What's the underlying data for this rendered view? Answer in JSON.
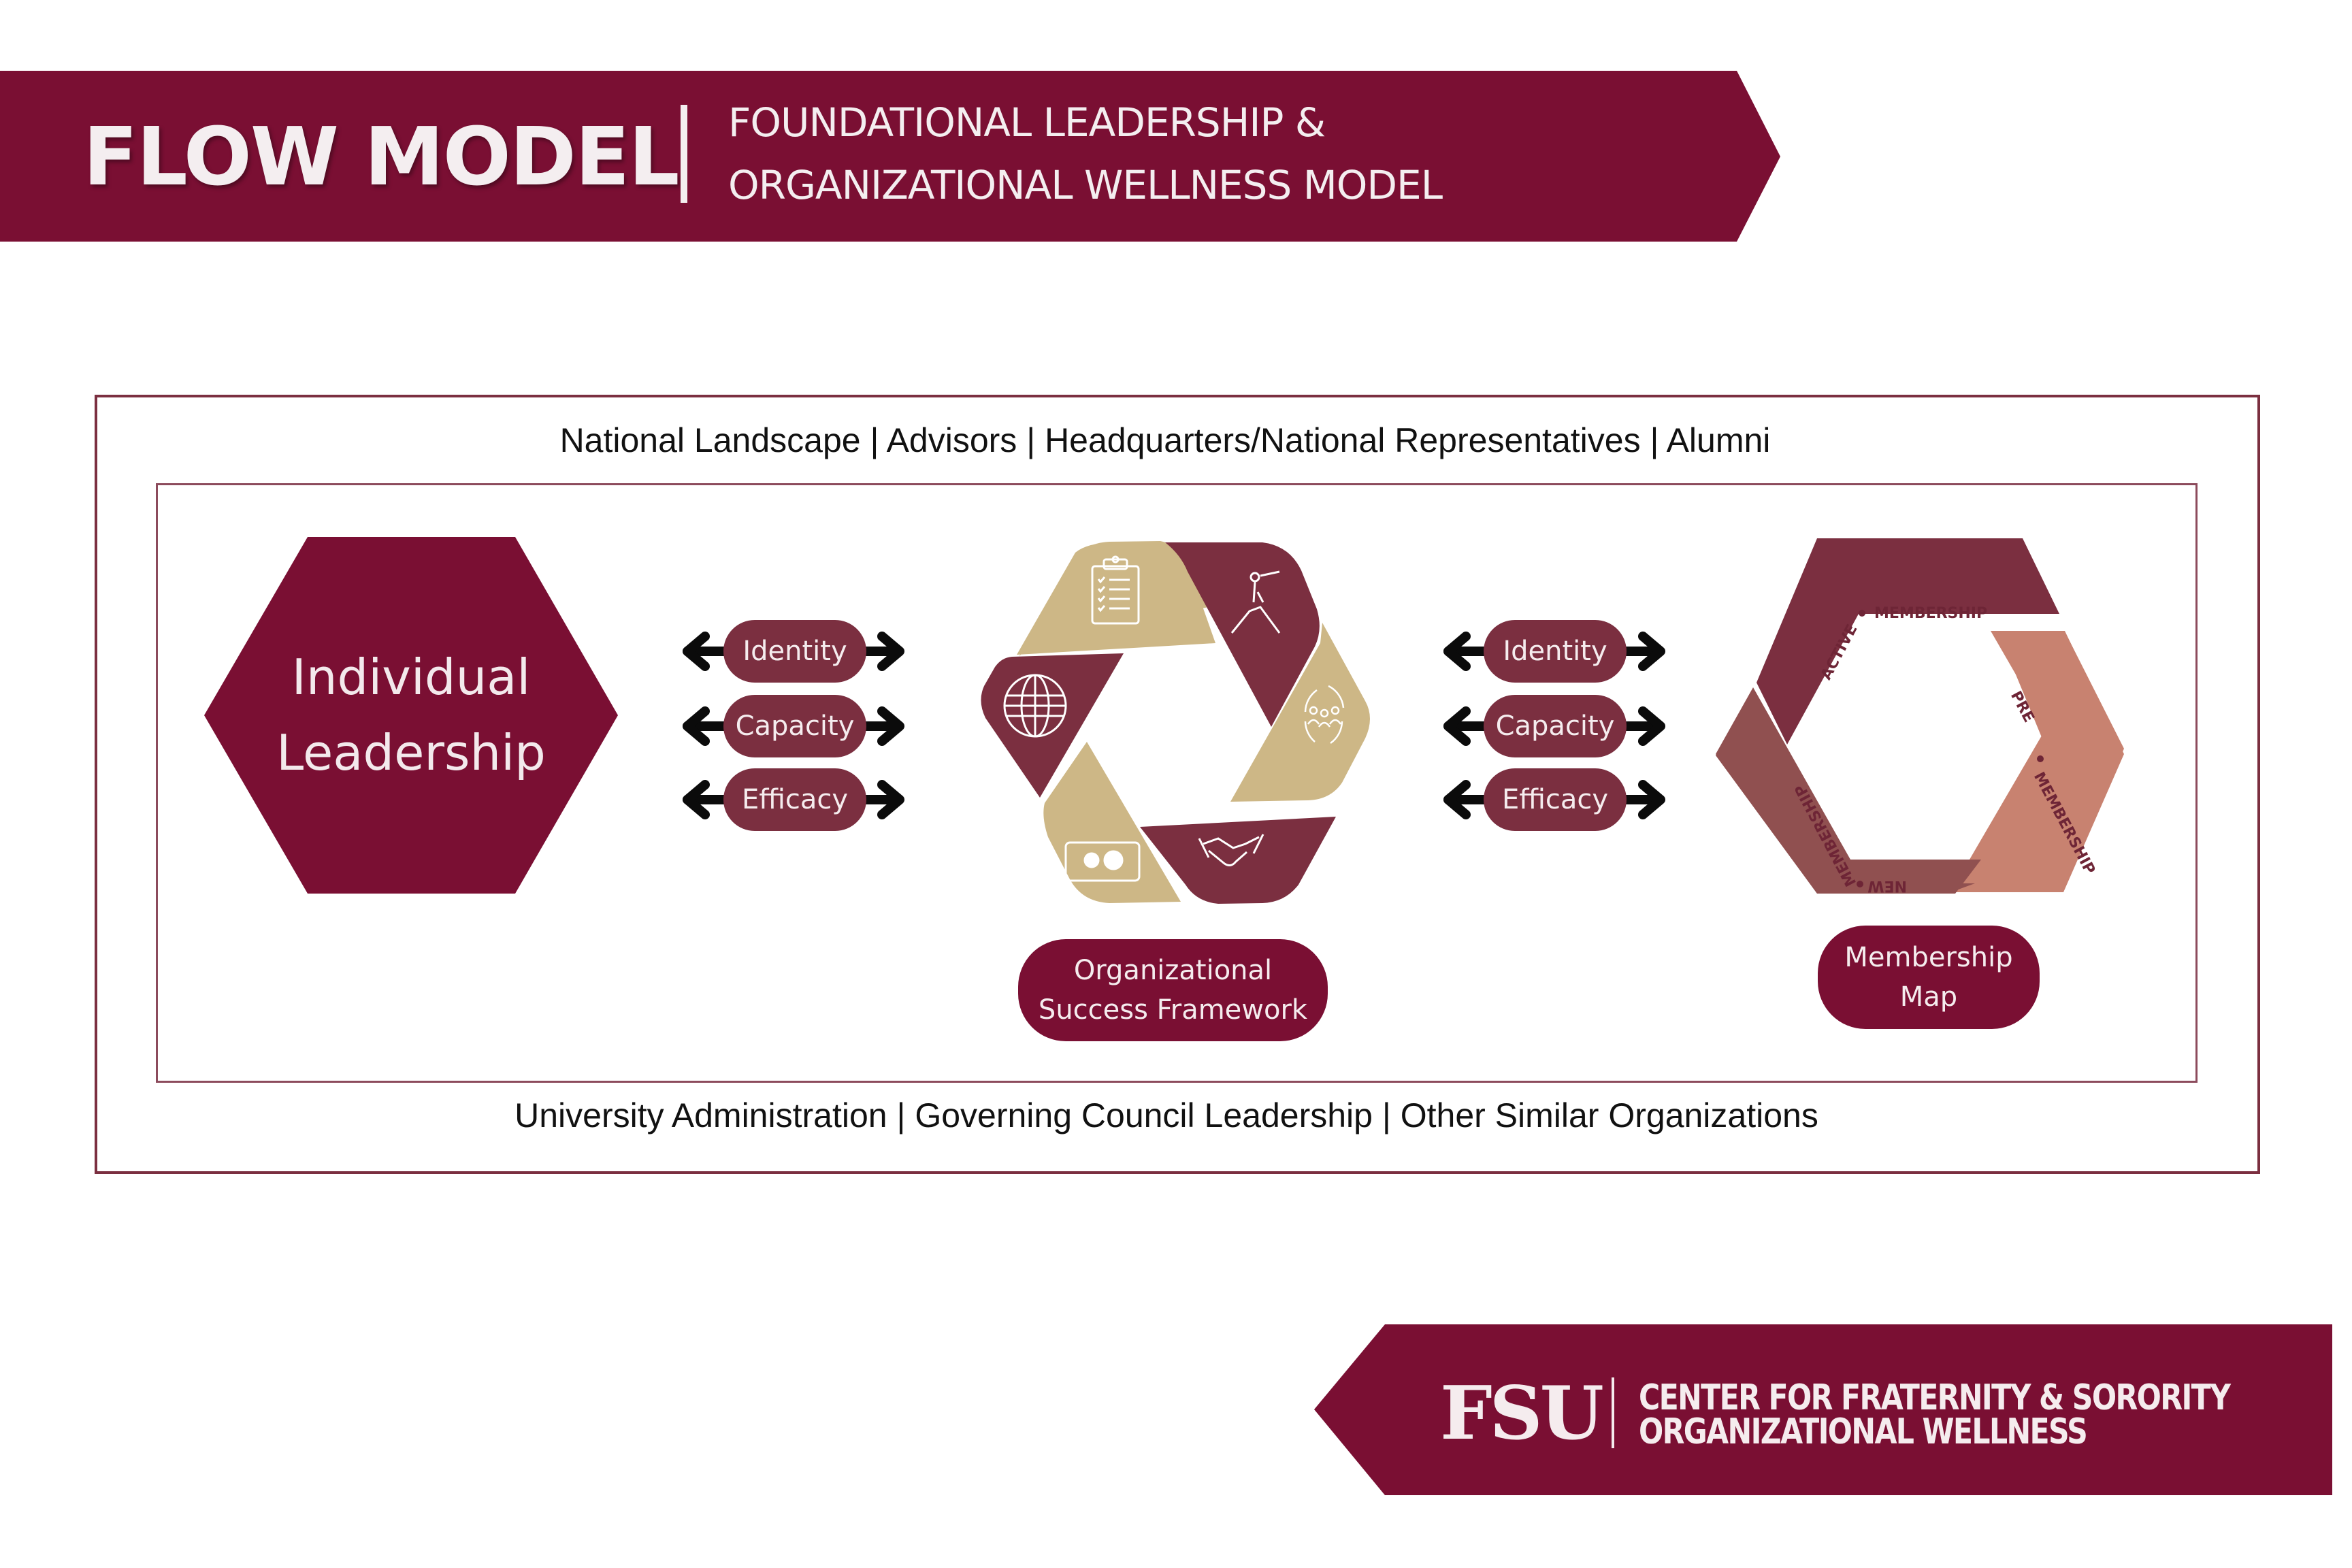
{
  "colors": {
    "garnet": "#7a0f33",
    "maroon": "#7b2f40",
    "gold": "#cdb786",
    "mauve": "#905050",
    "terracotta": "#c88270",
    "arrow": "#0b0b0b",
    "white": "#ffffff"
  },
  "header": {
    "title": "FLOW MODEL",
    "subtitle_line1": "FOUNDATIONAL LEADERSHIP &",
    "subtitle_line2": "ORGANIZATIONAL WELLNESS MODEL"
  },
  "context": {
    "top": "National Landscape | Advisors | Headquarters/National Representatives | Alumni",
    "bottom": "University Administration | Governing Council Leadership | Other Similar Organizations"
  },
  "individual": {
    "line1": "Individual",
    "line2": "Leadership"
  },
  "connectors_left": [
    "Identity",
    "Capacity",
    "Efficacy"
  ],
  "connectors_right": [
    "Identity",
    "Capacity",
    "Efficacy"
  ],
  "framework": {
    "label_line1": "Organizational",
    "label_line2": "Success Framework",
    "segment_icons": [
      "clipboard-checklist-icon",
      "telescope-summit-icon",
      "team-cycle-icon",
      "handshake-icon",
      "gears-process-icon",
      "globe-icon"
    ]
  },
  "membership_map": {
    "label_line1": "Membership",
    "label_line2": "Map",
    "stages": {
      "active": "ACTIVE",
      "active_membership": "MEMBERSHIP",
      "pre": "PRE",
      "pre_membership": "MEMBERSHIP",
      "new": "NEW",
      "new_membership": "MEMBERSHIP"
    }
  },
  "footer": {
    "logo": "FSU",
    "line1": "CENTER FOR FRATERNITY & SORORITY",
    "line2": "ORGANIZATIONAL WELLNESS"
  }
}
